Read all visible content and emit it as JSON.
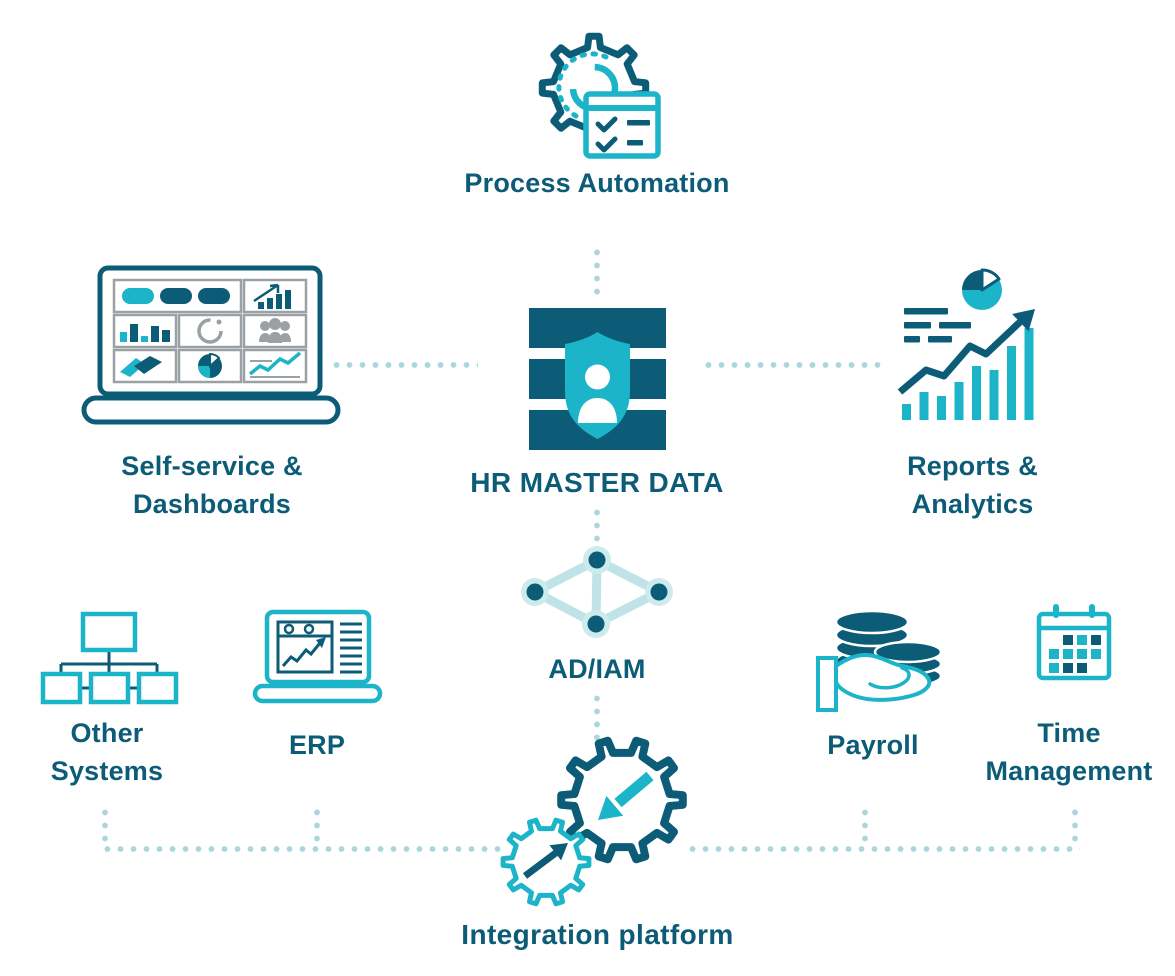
{
  "diagram": {
    "center": {
      "label": "HR MASTER DATA",
      "icon": "database-shield-user-icon"
    },
    "nodes": {
      "process_automation": {
        "label": "Process Automation",
        "icon": "gear-checklist-icon"
      },
      "self_service": {
        "label": "Self-service & Dashboards",
        "icon": "laptop-dashboard-icon"
      },
      "reports": {
        "label": "Reports & Analytics",
        "icon": "chart-growth-icon"
      },
      "ad_iam": {
        "label": "AD/IAM",
        "icon": "network-nodes-icon"
      },
      "integration": {
        "label": "Integration platform",
        "icon": "gears-sync-icon"
      },
      "other_systems": {
        "label": "Other Systems",
        "icon": "org-chart-icon"
      },
      "erp": {
        "label": "ERP",
        "icon": "erp-laptop-icon"
      },
      "payroll": {
        "label": "Payroll",
        "icon": "hand-coins-icon"
      },
      "time_management": {
        "label": "Time Management",
        "icon": "calendar-icon"
      }
    },
    "colors": {
      "dark_teal": "#0d5c77",
      "cyan": "#1cb4c9",
      "pale_dot": "#a9d7db",
      "edge_teal": "#bfe3e7",
      "gray": "#9aa0a3"
    }
  }
}
